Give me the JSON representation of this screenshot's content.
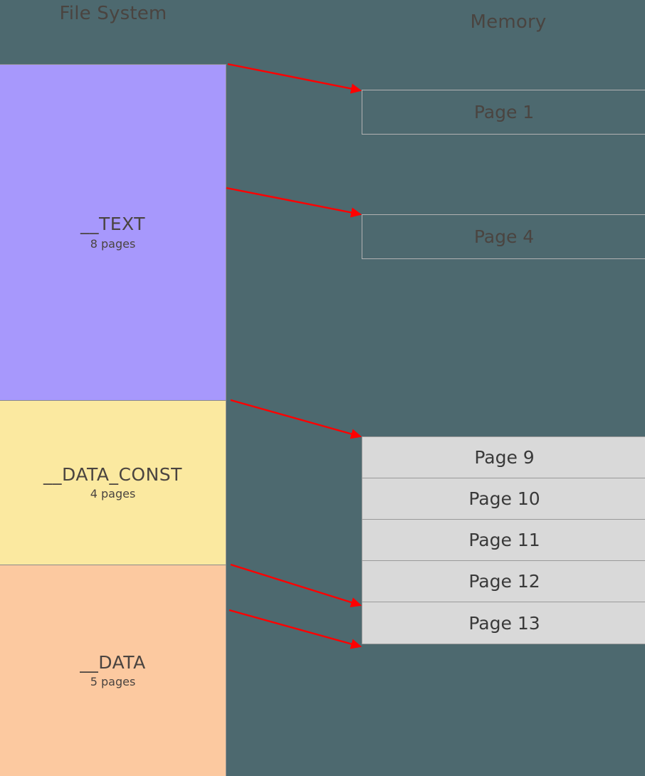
{
  "diagram": {
    "background_color": "#4d696f",
    "arrow_color": "#ff0000",
    "columns": {
      "file_system": {
        "title": "File System"
      },
      "memory": {
        "title": "Memory"
      }
    },
    "file_system_segments": [
      {
        "name": "__TEXT",
        "pages_label": "8 pages",
        "pages": 8,
        "color": "#a798fc"
      },
      {
        "name": "__DATA_CONST",
        "pages_label": "4 pages",
        "pages": 4,
        "color": "#fbe9a0"
      },
      {
        "name": "__DATA",
        "pages_label": "5 pages",
        "pages": 5,
        "color": "#fcc9a0"
      }
    ],
    "memory_outlined_pages": [
      {
        "label": "Page 1"
      },
      {
        "label": "Page 4"
      }
    ],
    "memory_resident_pages": [
      {
        "label": "Page 9"
      },
      {
        "label": "Page 10"
      },
      {
        "label": "Page 11"
      },
      {
        "label": "Page 12"
      },
      {
        "label": "Page 13"
      }
    ],
    "mappings": [
      {
        "from": "__TEXT",
        "to": "Page 1"
      },
      {
        "from": "__TEXT",
        "to": "Page 4"
      },
      {
        "from": "__DATA_CONST",
        "to": "Page 9"
      },
      {
        "from": "__DATA",
        "to": "Page 12"
      },
      {
        "from": "__DATA",
        "to": "Page 13"
      }
    ]
  }
}
